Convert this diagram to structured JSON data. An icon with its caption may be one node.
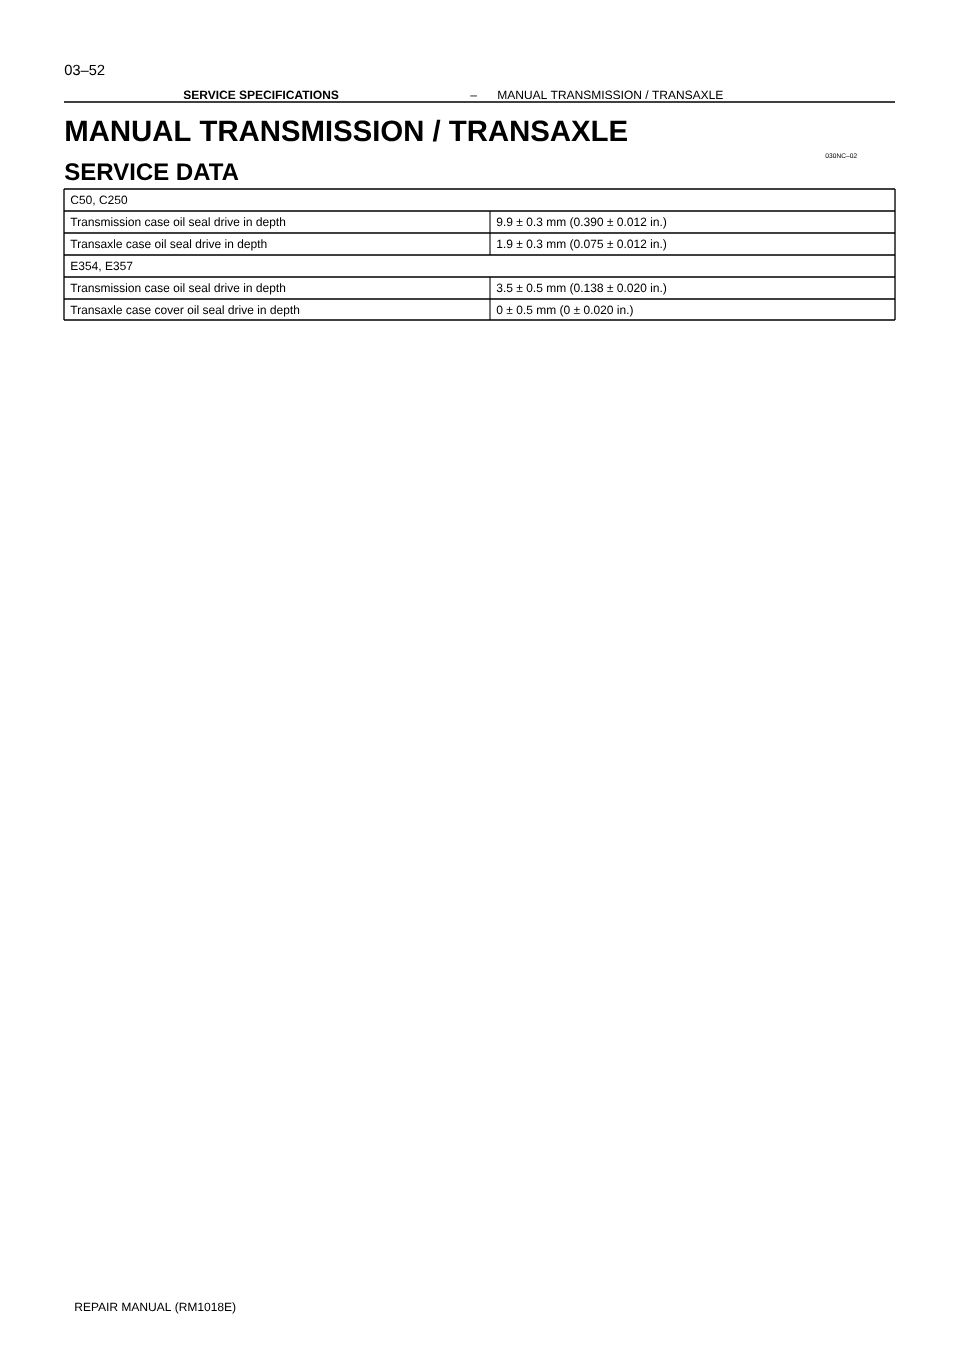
{
  "diagram": {
    "title": "MANUAL TRANSMISSION / TRANSAXLE",
    "labels": [
      "03–52",
      "SERVICE SPECIFICATIONS",
      "–",
      "MANUAL TRANSMISSION / TRANSAXLE",
      "SERVICE DATA",
      "030NC–02",
      "C50, C250",
      "Transmission case oil seal drive in depth",
      "9.9 ± 0.3 mm (0.390 ± 0.012 in.)",
      "Transaxle case oil seal drive in depth",
      "1.9 ± 0.3 mm (0.075 ± 0.012 in.)",
      "E354, E357",
      "Transmission case oil seal drive in depth",
      "3.5 ± 0.5 mm (0.138 ± 0.020 in.)",
      "Transaxle case cover oil seal drive in depth",
      "0 ± 0.5 mm (0 ± 0.020 in.)",
      "REPAIR MANUAL (RM1018E)"
    ]
  }
}
